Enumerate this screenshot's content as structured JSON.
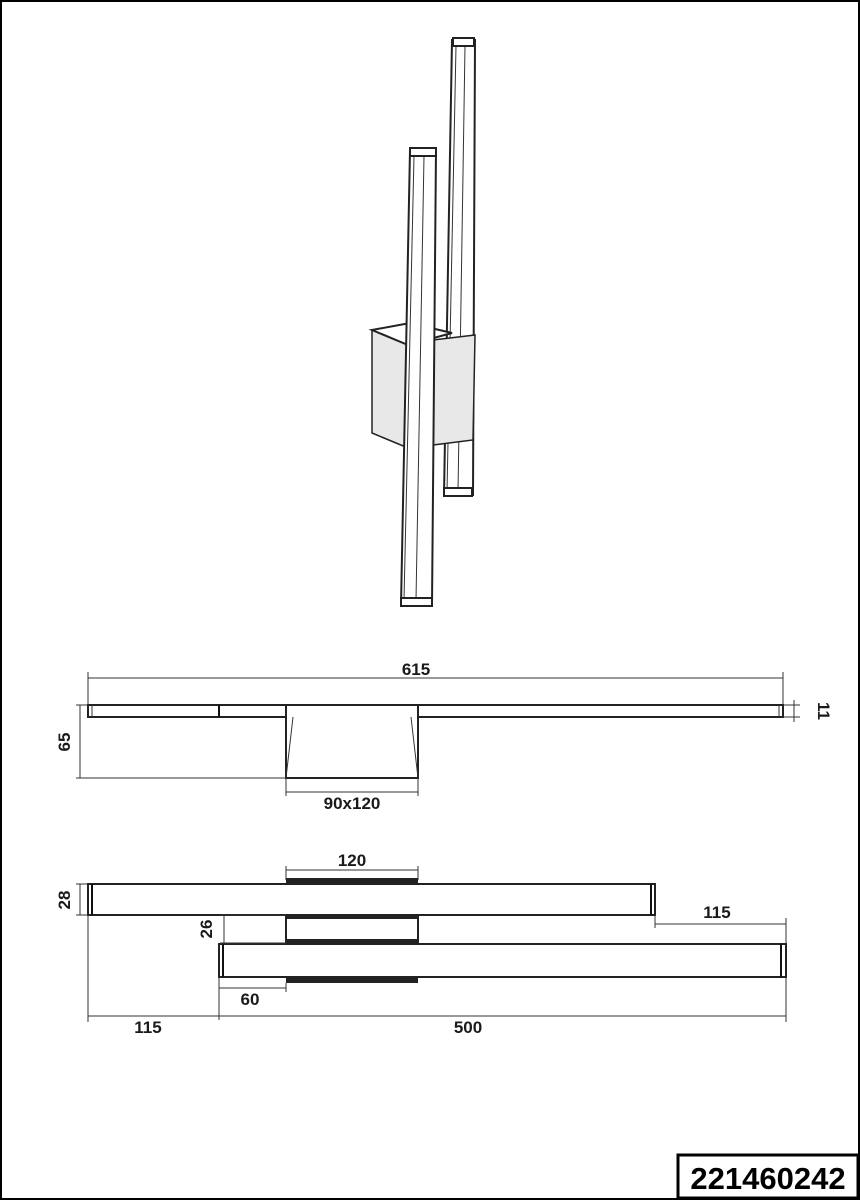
{
  "drawing": {
    "article_number": "221460242"
  },
  "dimensions": {
    "front_width": "615",
    "front_height": "65",
    "bar_thickness": "11",
    "base_size": "90x120",
    "base_width": "120",
    "top_bar_depth": "28",
    "base_depth": "26",
    "offset_right": "115",
    "offset_left": "115",
    "base_offset": "60",
    "bar_length": "500"
  }
}
